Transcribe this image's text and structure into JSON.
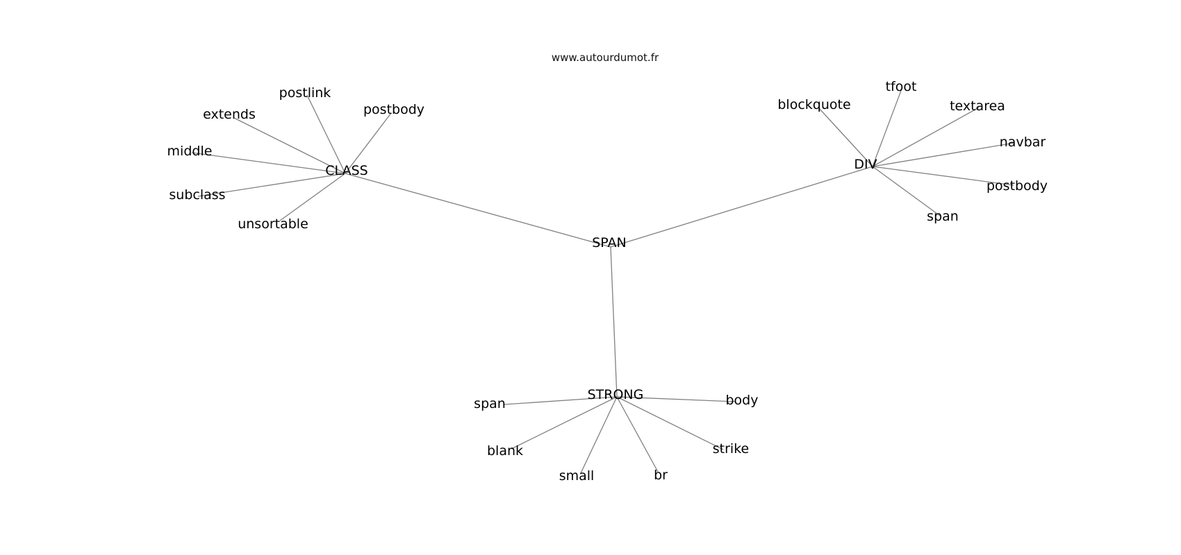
{
  "watermark": "www.autourdumot.fr",
  "graph": {
    "root": "SPAN",
    "clusters": [
      {
        "hub": "CLASS",
        "leaves": [
          "postlink",
          "postbody",
          "extends",
          "middle",
          "subclass",
          "unsortable"
        ]
      },
      {
        "hub": "DIV",
        "leaves": [
          "blockquote",
          "tfoot",
          "textarea",
          "navbar",
          "postbody",
          "span"
        ]
      },
      {
        "hub": "STRONG",
        "leaves": [
          "span",
          "body",
          "blank",
          "strike",
          "small",
          "br"
        ]
      }
    ]
  },
  "colors": {
    "edge": "#808080",
    "text": "#000000",
    "background": "#ffffff"
  }
}
